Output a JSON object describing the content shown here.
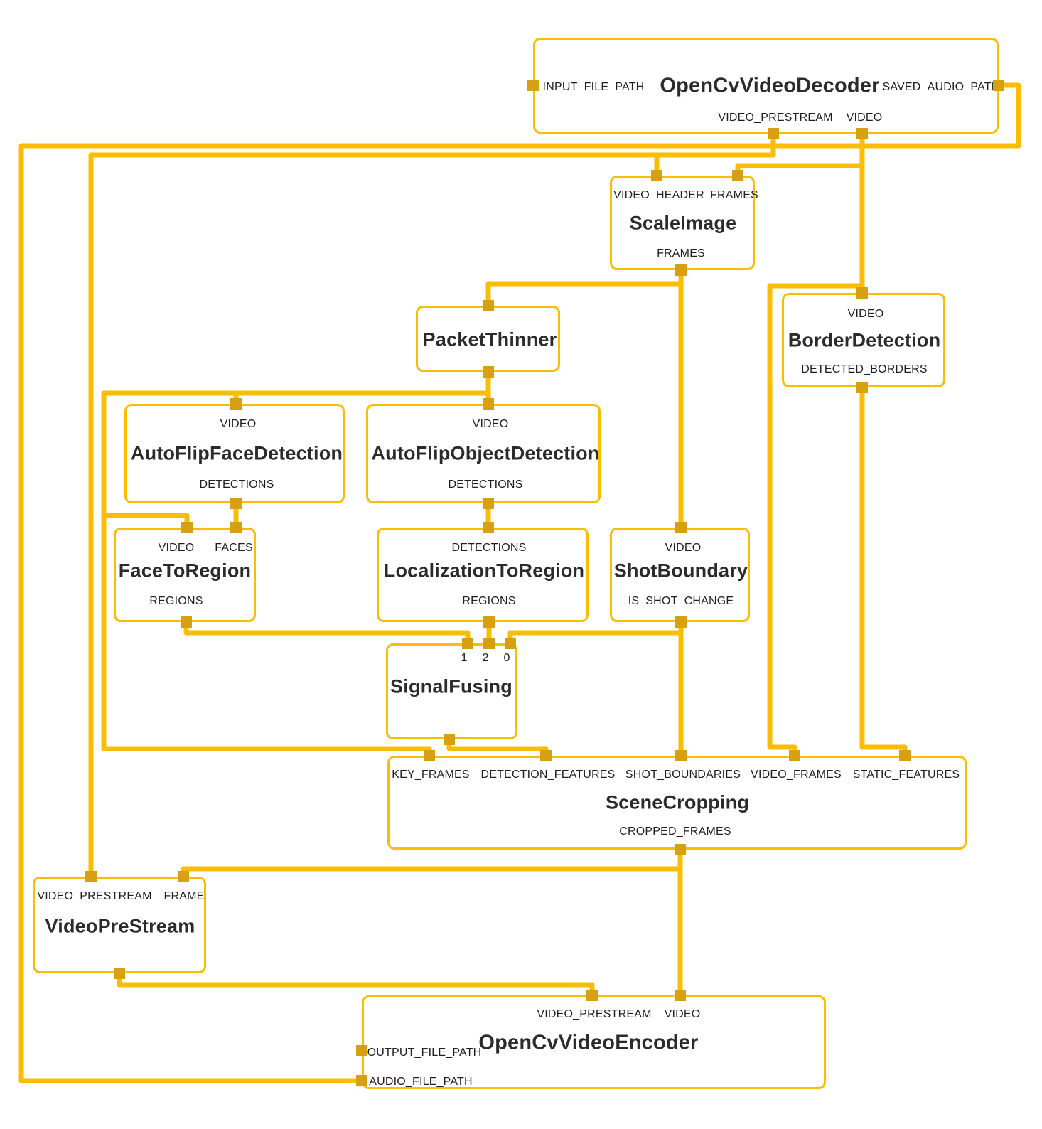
{
  "app": {
    "background": "#ffffff"
  },
  "colors": {
    "wire": "#FBBC04",
    "node_border": "#FBBC04",
    "port_fill": "#D6A012",
    "title_text": "#2b2b2b",
    "label_text": "#1f1f1f"
  },
  "nodes": [
    {
      "id": "open_cv_video_decoder",
      "title": "OpenCvVideoDecoder",
      "ports": {
        "left": [
          "INPUT_FILE_PATH"
        ],
        "right": [
          "SAVED_AUDIO_PATH"
        ],
        "bottom": [
          "VIDEO_PRESTREAM",
          "VIDEO"
        ]
      }
    },
    {
      "id": "scale_image",
      "title": "ScaleImage",
      "ports": {
        "top": [
          "VIDEO_HEADER",
          "FRAMES"
        ],
        "bottom": [
          "FRAMES"
        ]
      }
    },
    {
      "id": "packet_thinner",
      "title": "PacketThinner",
      "ports": {
        "top": [],
        "bottom": []
      }
    },
    {
      "id": "border_detection",
      "title": "BorderDetection",
      "ports": {
        "top": [
          "VIDEO"
        ],
        "bottom": [
          "DETECTED_BORDERS"
        ]
      }
    },
    {
      "id": "auto_flip_face_detection",
      "title": "AutoFlipFaceDetection",
      "ports": {
        "top": [
          "VIDEO"
        ],
        "bottom": [
          "DETECTIONS"
        ]
      }
    },
    {
      "id": "auto_flip_object_detection",
      "title": "AutoFlipObjectDetection",
      "ports": {
        "top": [
          "VIDEO"
        ],
        "bottom": [
          "DETECTIONS"
        ]
      }
    },
    {
      "id": "face_to_region",
      "title": "FaceToRegion",
      "ports": {
        "top": [
          "VIDEO",
          "FACES"
        ],
        "bottom": [
          "REGIONS"
        ]
      }
    },
    {
      "id": "localization_to_region",
      "title": "LocalizationToRegion",
      "ports": {
        "top": [
          "DETECTIONS"
        ],
        "bottom": [
          "REGIONS"
        ]
      }
    },
    {
      "id": "shot_boundary",
      "title": "ShotBoundary",
      "ports": {
        "top": [
          "VIDEO"
        ],
        "bottom": [
          "IS_SHOT_CHANGE"
        ]
      }
    },
    {
      "id": "signal_fusing",
      "title": "SignalFusing",
      "ports": {
        "top": [
          "1",
          "2",
          "0"
        ],
        "bottom": []
      }
    },
    {
      "id": "scene_cropping",
      "title": "SceneCropping",
      "ports": {
        "top": [
          "KEY_FRAMES",
          "DETECTION_FEATURES",
          "SHOT_BOUNDARIES",
          "VIDEO_FRAMES",
          "STATIC_FEATURES"
        ],
        "bottom": [
          "CROPPED_FRAMES"
        ]
      }
    },
    {
      "id": "video_pre_stream",
      "title": "VideoPreStream",
      "ports": {
        "top": [
          "VIDEO_PRESTREAM",
          "FRAME"
        ],
        "bottom": []
      }
    },
    {
      "id": "open_cv_video_encoder",
      "title": "OpenCvVideoEncoder",
      "ports": {
        "top": [
          "VIDEO_PRESTREAM",
          "VIDEO"
        ],
        "left": [
          "OUTPUT_FILE_PATH",
          "AUDIO_FILE_PATH"
        ]
      }
    }
  ],
  "edges": [
    {
      "from": "OpenCvVideoDecoder.SAVED_AUDIO_PATH",
      "to": "OpenCvVideoEncoder.AUDIO_FILE_PATH"
    },
    {
      "from": "OpenCvVideoDecoder.VIDEO_PRESTREAM",
      "to": "ScaleImage.VIDEO_HEADER"
    },
    {
      "from": "OpenCvVideoDecoder.VIDEO_PRESTREAM",
      "to": "VideoPreStream.VIDEO_PRESTREAM"
    },
    {
      "from": "OpenCvVideoDecoder.VIDEO",
      "to": "ScaleImage.FRAMES"
    },
    {
      "from": "OpenCvVideoDecoder.VIDEO",
      "to": "BorderDetection.VIDEO"
    },
    {
      "from": "OpenCvVideoDecoder.VIDEO",
      "to": "SceneCropping.VIDEO_FRAMES"
    },
    {
      "from": "ScaleImage.FRAMES",
      "to": "PacketThinner"
    },
    {
      "from": "ScaleImage.FRAMES",
      "to": "ShotBoundary.VIDEO"
    },
    {
      "from": "PacketThinner",
      "to": "AutoFlipFaceDetection.VIDEO"
    },
    {
      "from": "PacketThinner",
      "to": "AutoFlipObjectDetection.VIDEO"
    },
    {
      "from": "PacketThinner",
      "to": "FaceToRegion.VIDEO"
    },
    {
      "from": "PacketThinner",
      "to": "SceneCropping.KEY_FRAMES"
    },
    {
      "from": "AutoFlipFaceDetection.DETECTIONS",
      "to": "FaceToRegion.FACES"
    },
    {
      "from": "AutoFlipObjectDetection.DETECTIONS",
      "to": "LocalizationToRegion.DETECTIONS"
    },
    {
      "from": "FaceToRegion.REGIONS",
      "to": "SignalFusing.1"
    },
    {
      "from": "LocalizationToRegion.REGIONS",
      "to": "SignalFusing.2"
    },
    {
      "from": "ShotBoundary.IS_SHOT_CHANGE",
      "to": "SignalFusing.0"
    },
    {
      "from": "ShotBoundary.IS_SHOT_CHANGE",
      "to": "SceneCropping.SHOT_BOUNDARIES"
    },
    {
      "from": "SignalFusing",
      "to": "SceneCropping.DETECTION_FEATURES"
    },
    {
      "from": "BorderDetection.DETECTED_BORDERS",
      "to": "SceneCropping.STATIC_FEATURES"
    },
    {
      "from": "SceneCropping.CROPPED_FRAMES",
      "to": "VideoPreStream.FRAME"
    },
    {
      "from": "SceneCropping.CROPPED_FRAMES",
      "to": "OpenCvVideoEncoder.VIDEO"
    },
    {
      "from": "VideoPreStream",
      "to": "OpenCvVideoEncoder.VIDEO_PRESTREAM"
    }
  ]
}
